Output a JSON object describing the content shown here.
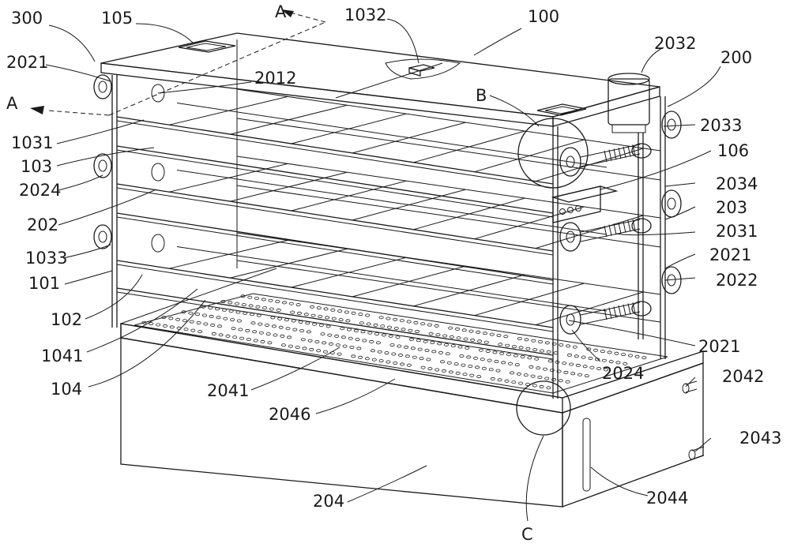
{
  "figure": {
    "labels": {
      "l300": "300",
      "l105": "105",
      "lA_top": "A",
      "l1032": "1032",
      "l100": "100",
      "l2032": "2032",
      "l200": "200",
      "l2021_a": "2021",
      "l2012": "2012",
      "lA_left": "A",
      "lB": "B",
      "l2033": "2033",
      "l1031": "1031",
      "l103": "103",
      "l106": "106",
      "l2024_a": "2024",
      "l2034": "2034",
      "l202": "202",
      "l203": "203",
      "l2031": "2031",
      "l1033": "1033",
      "l2021_b": "2021",
      "l101": "101",
      "l2022": "2022",
      "l102": "102",
      "l2021_c": "2021",
      "l1041": "1041",
      "l2024_b": "2024",
      "l2042": "2042",
      "l104": "104",
      "l2041": "2041",
      "l2046": "2046",
      "l2043": "2043",
      "l204": "204",
      "l2044": "2044",
      "lC": "C"
    }
  }
}
